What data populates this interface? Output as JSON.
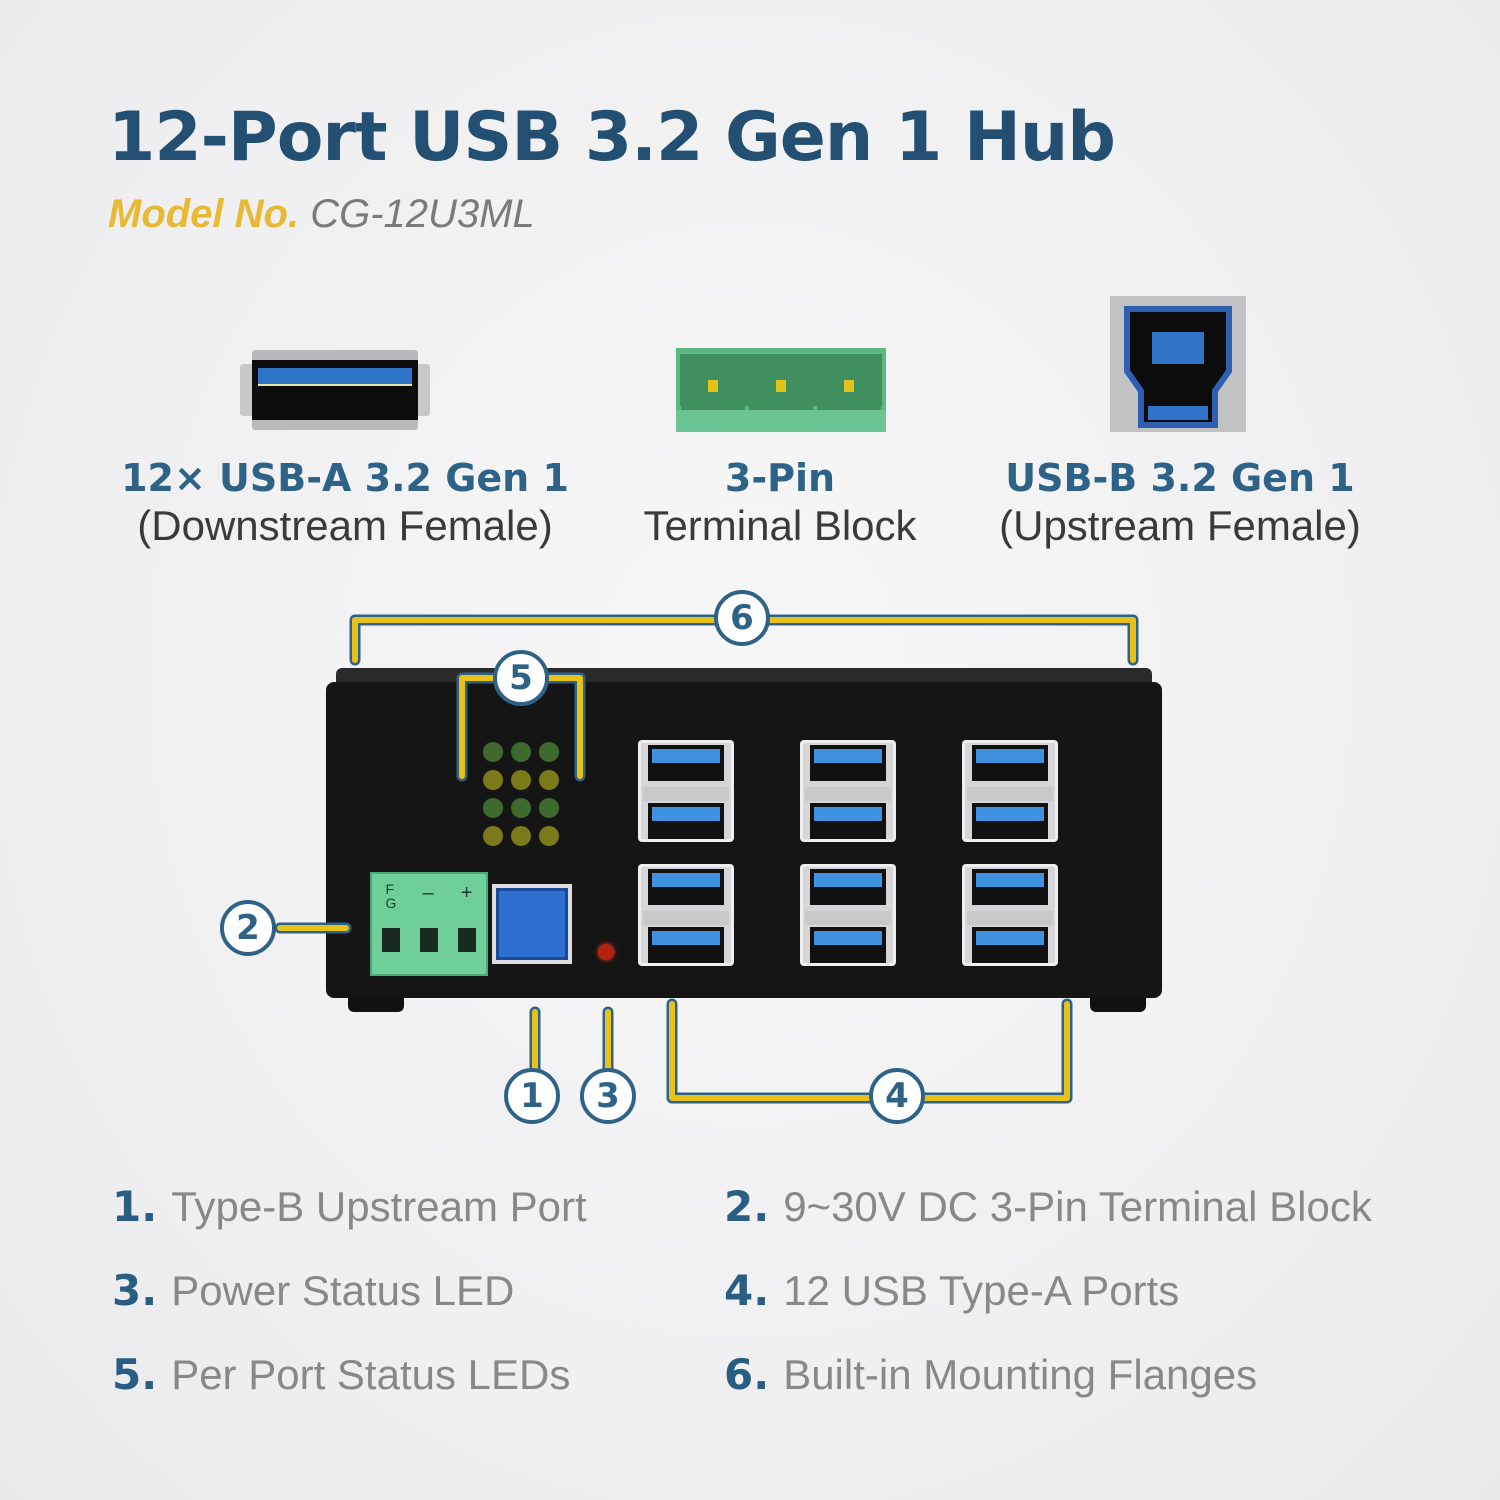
{
  "header": {
    "title": "12-Port USB 3.2 Gen 1 Hub",
    "model_label": "Model No.",
    "model_value": "CG-12U3ML"
  },
  "connectors": [
    {
      "heading": "12× USB-A 3.2 Gen 1",
      "sub": "(Downstream Female)",
      "icon": "usb-a-port-icon"
    },
    {
      "heading": "3-Pin",
      "sub": "Terminal Block",
      "icon": "terminal-block-icon"
    },
    {
      "heading": "USB-B 3.2 Gen 1",
      "sub": "(Upstream Female)",
      "icon": "usb-b-port-icon"
    }
  ],
  "device": {
    "terminal_labels": [
      "FG",
      "–",
      "+"
    ],
    "callouts": [
      "1",
      "2",
      "3",
      "4",
      "5",
      "6"
    ]
  },
  "legend": [
    {
      "num": "1.",
      "text": "Type-B Upstream Port"
    },
    {
      "num": "2.",
      "text": "9~30V DC 3-Pin Terminal Block"
    },
    {
      "num": "3.",
      "text": "Power Status LED"
    },
    {
      "num": "4.",
      "text": "12 USB Type-A Ports"
    },
    {
      "num": "5.",
      "text": "Per Port Status LEDs"
    },
    {
      "num": "6.",
      "text": "Built-in Mounting Flanges"
    }
  ],
  "colors": {
    "title": "#234f72",
    "accent_yellow": "#e8c21a",
    "callout_blue": "#2e6387",
    "usb_blue": "#3e92e0",
    "terminal_green": "#5fbf8a"
  }
}
